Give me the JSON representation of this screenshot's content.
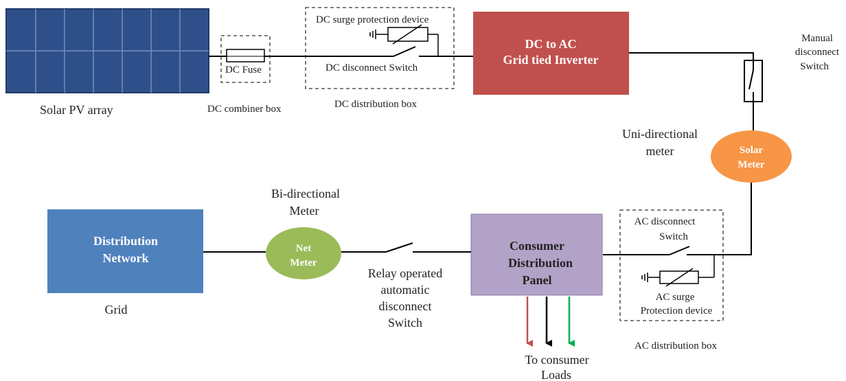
{
  "labels": {
    "solar_pv_array": "Solar PV array",
    "dc_fuse": "DC Fuse",
    "dc_combiner_box": "DC combiner box",
    "dc_surge_protection": "DC surge protection device",
    "dc_disconnect_switch": "DC disconnect Switch",
    "dc_distribution_box": "DC distribution box",
    "inverter_line1": "DC to AC",
    "inverter_line2": "Grid tied Inverter",
    "manual_disconnect_line1": "Manual",
    "manual_disconnect_line2": "disconnect",
    "manual_disconnect_line3": "Switch",
    "uni_meter_line1": "Uni-directional",
    "uni_meter_line2": "meter",
    "solar_meter_line1": "Solar",
    "solar_meter_line2": "Meter",
    "bi_meter_line1": "Bi-directional",
    "bi_meter_line2": "Meter",
    "net_meter_line1": "Net",
    "net_meter_line2": "Meter",
    "distribution_network_line1": "Distribution",
    "distribution_network_line2": "Network",
    "grid": "Grid",
    "relay_line1": "Relay operated",
    "relay_line2": "automatic",
    "relay_line3": "disconnect",
    "relay_line4": "Switch",
    "panel_line1": "Consumer",
    "panel_line2": "Distribution",
    "panel_line3": "Panel",
    "ac_disconnect_line1": "AC disconnect",
    "ac_disconnect_line2": "Switch",
    "ac_surge_line1": "AC surge",
    "ac_surge_line2": "Protection device",
    "ac_distribution_box": "AC distribution box",
    "loads_line1": "To consumer",
    "loads_line2": "Loads"
  },
  "colors": {
    "solar_panel": "#2f4f8a",
    "inverter": "#c0504d",
    "solar_meter": "#f79646",
    "net_meter": "#9bbb59",
    "distribution_network": "#4f81bd",
    "consumer_panel": "#b3a2c7",
    "load_arrow_red": "#c0504d",
    "load_arrow_black": "#000000",
    "load_arrow_green": "#00b050"
  }
}
